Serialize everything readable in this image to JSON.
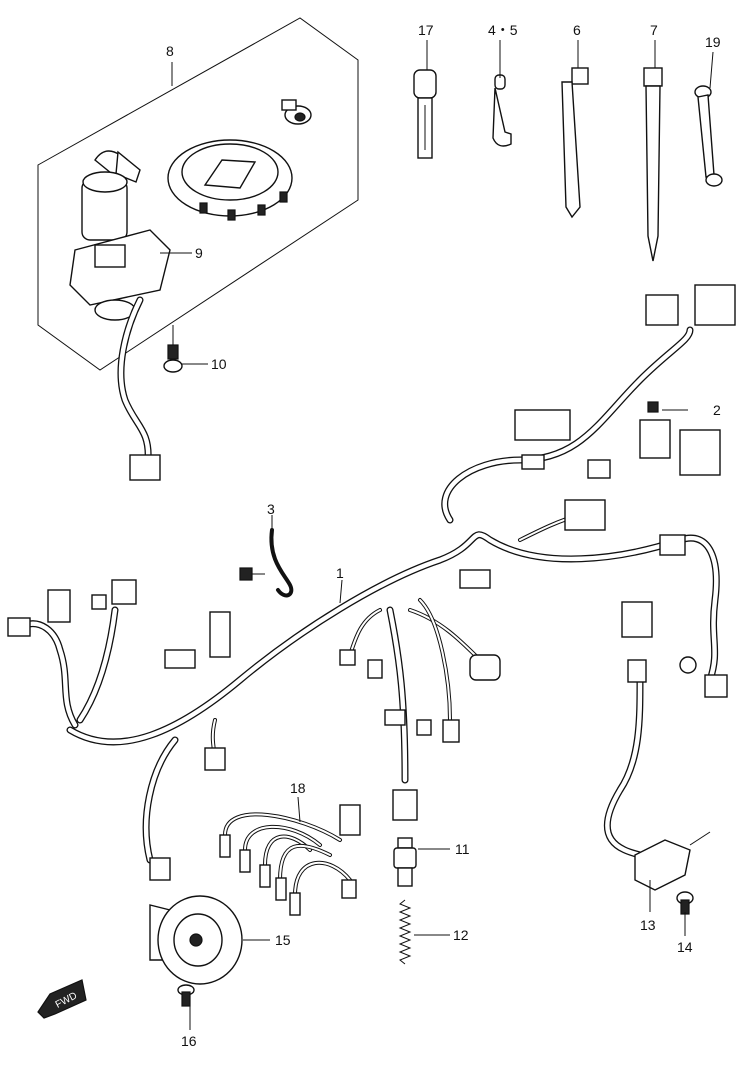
{
  "callouts": {
    "p1": "1",
    "p2": "2",
    "p3": "3",
    "p45": "4・5",
    "p6": "6",
    "p7": "7",
    "p8": "8",
    "p9": "9",
    "p10": "10",
    "p11": "11",
    "p12": "12",
    "p13": "13",
    "p14": "14",
    "p15": "15",
    "p16": "16",
    "p17": "17",
    "p18": "18",
    "p19": "19"
  },
  "fwd_label": "FWD"
}
